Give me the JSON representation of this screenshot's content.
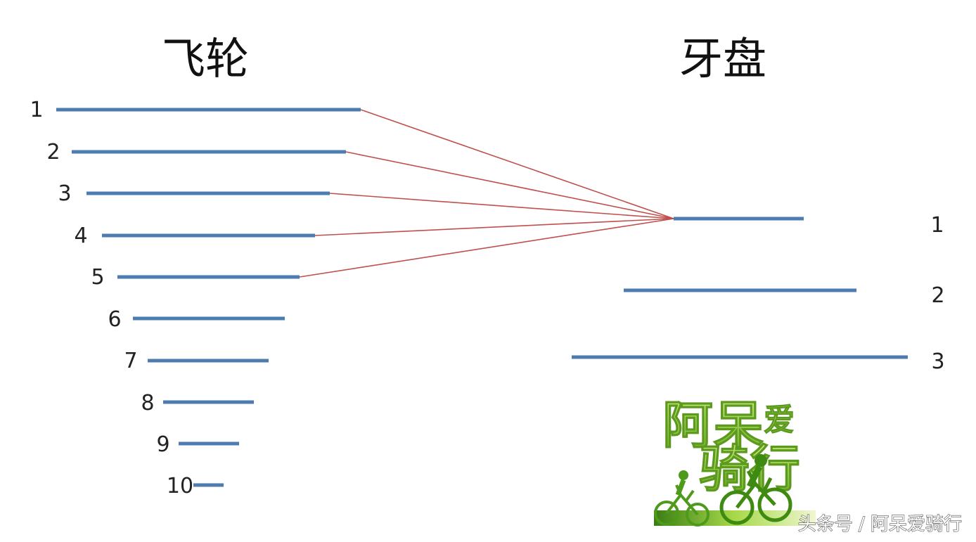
{
  "left_title": "飞轮",
  "right_title": "牙盘",
  "flywheel": [
    {
      "label": "1"
    },
    {
      "label": "2"
    },
    {
      "label": "3"
    },
    {
      "label": "4"
    },
    {
      "label": "5"
    },
    {
      "label": "6"
    },
    {
      "label": "7"
    },
    {
      "label": "8"
    },
    {
      "label": "9"
    },
    {
      "label": "10"
    }
  ],
  "chainring": [
    {
      "label": "1"
    },
    {
      "label": "2"
    },
    {
      "label": "3"
    }
  ],
  "connections": [
    {
      "from_chainring": "1",
      "to_flywheel": "1"
    },
    {
      "from_chainring": "1",
      "to_flywheel": "2"
    },
    {
      "from_chainring": "1",
      "to_flywheel": "3"
    },
    {
      "from_chainring": "1",
      "to_flywheel": "4"
    },
    {
      "from_chainring": "1",
      "to_flywheel": "5"
    }
  ],
  "logo": {
    "line1": "阿呆",
    "line1_small": "爱",
    "line2": "骑行"
  },
  "watermark": "头条号 / 阿呆爱骑行",
  "colors": {
    "bar": "#4f7cb0",
    "connection": "#c0504d",
    "logo_green": "#8cc63f",
    "logo_dark": "#3f7f16"
  }
}
